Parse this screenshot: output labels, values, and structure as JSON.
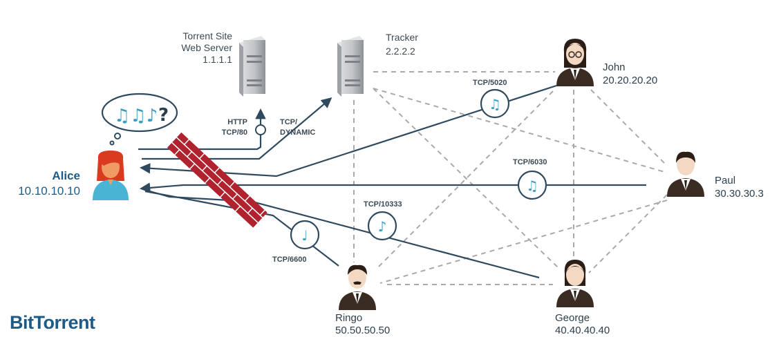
{
  "title": "BitTorrent",
  "alice": {
    "name": "Alice",
    "ip": "10.10.10.10"
  },
  "web_server": {
    "line1": "Torrent Site",
    "line2": "Web Server",
    "ip": "1.1.1.1"
  },
  "tracker": {
    "name": "Tracker",
    "ip": "2.2.2.2"
  },
  "peers": {
    "john": {
      "name": "John",
      "ip": "20.20.20.20"
    },
    "paul": {
      "name": "Paul",
      "ip": "30.30.30.3"
    },
    "george": {
      "name": "George",
      "ip": "40.40.40.40"
    },
    "ringo": {
      "name": "Ringo",
      "ip": "50.50.50.50"
    }
  },
  "connections": {
    "http": {
      "line1": "HTTP",
      "line2": "TCP/80"
    },
    "dynamic": {
      "line1": "TCP/",
      "line2": "DYNAMIC"
    },
    "john": "TCP/5020",
    "paul": "TCP/6030",
    "george": "TCP/10333",
    "ringo": "TCP/6600"
  },
  "thought_bubble": "?",
  "colors": {
    "line": "#2f4a5e",
    "dashed": "#a9a9a9",
    "firewall": "#b0222e",
    "brand": "#1c5a88",
    "alice_skin": "#f29a64",
    "alice_hair": "#d93a20",
    "alice_shirt": "#4ab4d4",
    "peer_suit": "#3a2c22",
    "server": "#b9bcc0"
  },
  "icons": [
    "thought-bubble-icon",
    "firewall-icon",
    "server-icon",
    "note-icon",
    "person-icon"
  ]
}
